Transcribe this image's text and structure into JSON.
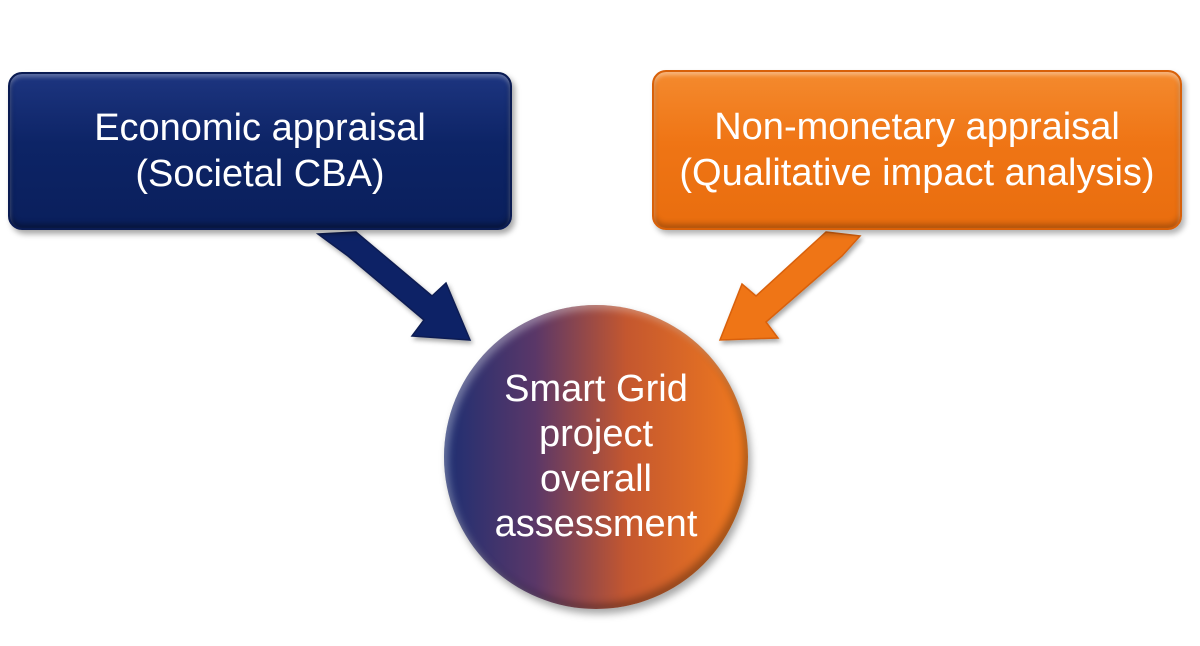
{
  "left_box": {
    "line1": "Economic appraisal",
    "line2": "(Societal CBA)",
    "color": "#0d2466"
  },
  "right_box": {
    "line1": "Non-monetary appraisal",
    "line2": "(Qualitative impact analysis)",
    "color": "#ef7515"
  },
  "center_circle": {
    "lines": [
      "Smart Grid",
      "project",
      "overall",
      "assessment"
    ],
    "gradient_start": "#1e2f72",
    "gradient_end": "#f07a1e"
  }
}
